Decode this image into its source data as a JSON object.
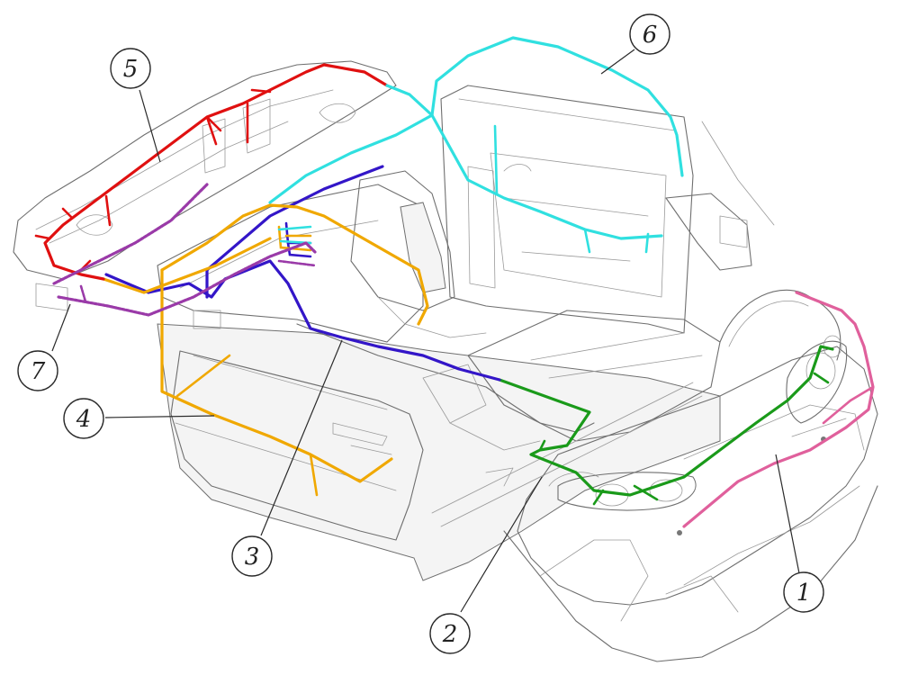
{
  "colors": {
    "harness_1": "#e0609c",
    "harness_2": "#1a9a1a",
    "harness_3": "#3316c8",
    "harness_4": "#f0a800",
    "harness_5": "#e01010",
    "harness_6": "#30e0e0",
    "harness_7": "#9a3aa8"
  },
  "callouts": [
    {
      "id": "1",
      "label": "1"
    },
    {
      "id": "2",
      "label": "2"
    },
    {
      "id": "3",
      "label": "3"
    },
    {
      "id": "4",
      "label": "4"
    },
    {
      "id": "5",
      "label": "5"
    },
    {
      "id": "6",
      "label": "6"
    },
    {
      "id": "7",
      "label": "7"
    }
  ]
}
